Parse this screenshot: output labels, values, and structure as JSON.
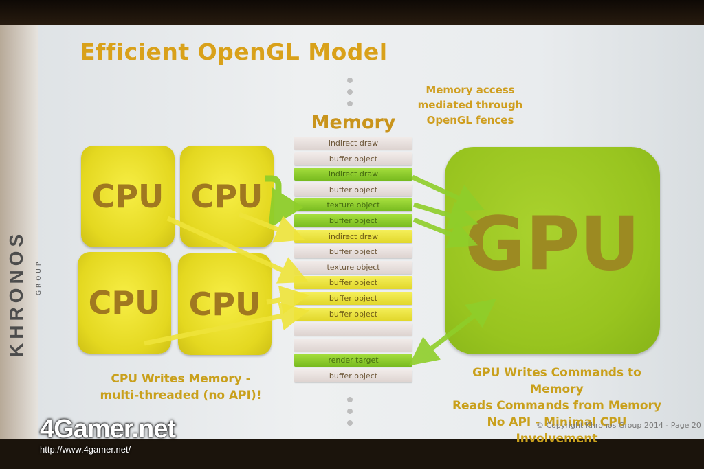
{
  "slide": {
    "title": "Efficient OpenGL Model",
    "memory_title": "Memory",
    "fence_note": "Memory access\nmediated through\nOpenGL fences",
    "cpu_labels": [
      "CPU",
      "CPU",
      "CPU",
      "CPU"
    ],
    "gpu_label": "GPU",
    "memory_rows": [
      {
        "label": "indirect draw",
        "state": "plain"
      },
      {
        "label": "buffer object",
        "state": "plain"
      },
      {
        "label": "indirect draw",
        "state": "green"
      },
      {
        "label": "buffer object",
        "state": "plain"
      },
      {
        "label": "texture object",
        "state": "green"
      },
      {
        "label": "buffer object",
        "state": "green"
      },
      {
        "label": "indirect draw",
        "state": "yellow"
      },
      {
        "label": "buffer object",
        "state": "plain"
      },
      {
        "label": "texture object",
        "state": "plain"
      },
      {
        "label": "buffer object",
        "state": "yellow"
      },
      {
        "label": "buffer object",
        "state": "yellow"
      },
      {
        "label": "buffer object",
        "state": "yellow"
      },
      {
        "label": "",
        "state": "blank"
      },
      {
        "label": "",
        "state": "blank"
      },
      {
        "label": "render target",
        "state": "green"
      },
      {
        "label": "buffer object",
        "state": "plain"
      }
    ],
    "cpu_caption": "CPU Writes Memory -\nmulti-threaded (no API)!",
    "gpu_caption": "GPU Writes Commands to Memory\nReads Commands from Memory\nNo API - Minimal CPU Involvement",
    "copyright": "© Copyright Khronos Group 2014 - Page 20",
    "side_logo": "KHRONOS",
    "side_logo_sub": "GROUP"
  },
  "watermark": {
    "brand": "4Gamer.net",
    "url": "http://www.4gamer.net/"
  },
  "colors": {
    "title": "#d9a11a",
    "cpu": "#e8dc24",
    "gpu": "#98c41f",
    "arrow_yellow": "#efe43a",
    "arrow_green": "#8fce2a"
  }
}
